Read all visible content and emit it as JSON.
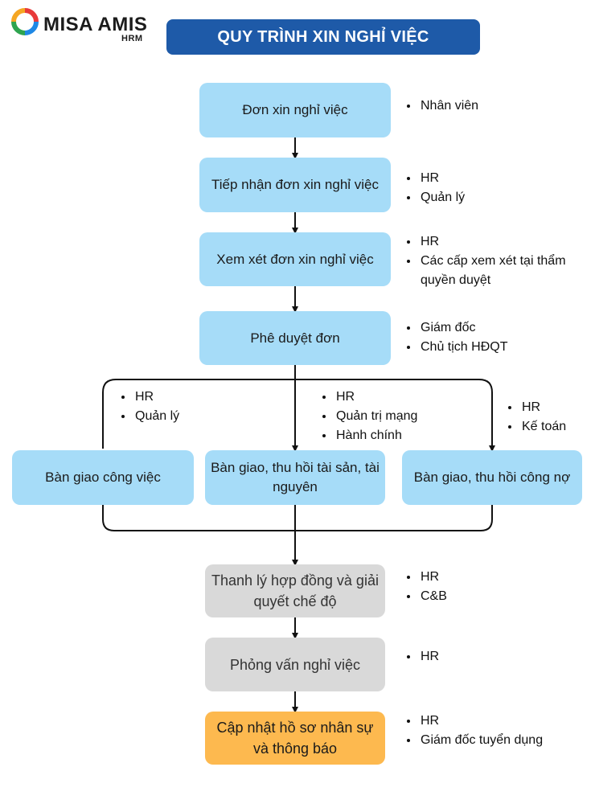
{
  "brand": {
    "name": "MISA AMIS",
    "sub": "HRM",
    "colors": [
      "#e83a3a",
      "#f5a623",
      "#2ea44f",
      "#1e88e5"
    ]
  },
  "title": "QUY TRÌNH XIN NGHỈ VIỆC",
  "steps": [
    {
      "label": "Đơn xin nghỉ việc",
      "roles": [
        "Nhân viên"
      ]
    },
    {
      "label": "Tiếp nhận đơn xin nghỉ việc",
      "roles": [
        "HR",
        "Quản lý"
      ]
    },
    {
      "label": "Xem xét đơn xin nghỉ việc",
      "roles": [
        "HR",
        "Các cấp xem xét tại thẩm quyền duyệt"
      ]
    },
    {
      "label": "Phê duyệt đơn",
      "roles": [
        "Giám đốc",
        "Chủ tịch HĐQT"
      ]
    }
  ],
  "branches": [
    {
      "label": "Bàn giao công việc",
      "roles": [
        "HR",
        "Quản lý"
      ]
    },
    {
      "label": "Bàn giao, thu hồi tài sản, tài nguyên",
      "roles": [
        "HR",
        "Quản trị  mạng",
        "Hành chính"
      ]
    },
    {
      "label": "Bàn giao, thu hồi công nợ",
      "roles": [
        "HR",
        "Kế toán"
      ]
    }
  ],
  "final_steps": [
    {
      "label": "Thanh lý hợp đồng và giải quyết chế độ",
      "roles": [
        "HR",
        "C&B"
      ]
    },
    {
      "label": "Phỏng vấn nghỉ việc",
      "roles": [
        "HR"
      ]
    },
    {
      "label": "Cập nhật hồ sơ nhân sự và thông báo",
      "roles": [
        "HR",
        "Giám đốc tuyển dụng"
      ]
    }
  ]
}
